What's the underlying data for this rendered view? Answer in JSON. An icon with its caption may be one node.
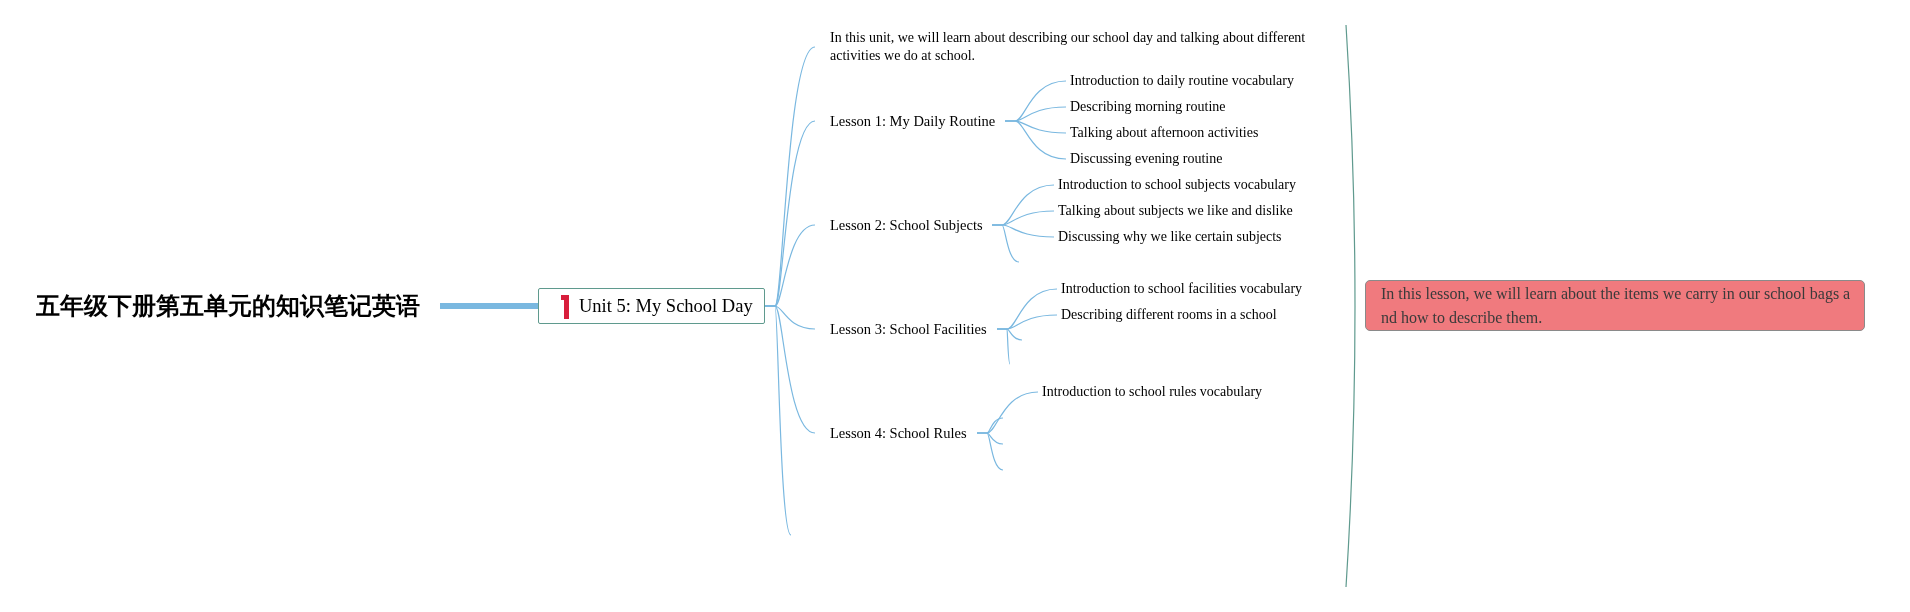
{
  "diagram": {
    "nodes": [
      {
        "text": [
          "五年级下册第五单元的知识笔记英语"
        ]
      },
      {
        "text": [
          "Unit 5: My School Day"
        ]
      },
      {
        "text": [
          "In this unit, we will learn about describing our school day and talking about different activities we do at school."
        ]
      },
      {
        "text": [
          "Lesson 1: My Daily Routine"
        ]
      },
      {
        "text": [
          "Introduction to daily routine vocabulary"
        ]
      },
      {
        "text": [
          "Describing morning routine"
        ]
      },
      {
        "text": [
          "Talking about afternoon activities"
        ]
      },
      {
        "text": [
          "Discussing evening routine"
        ]
      },
      {
        "text": [
          "Lesson 2: School Subjects"
        ]
      },
      {
        "text": [
          "Introduction to school subjects vocabulary"
        ]
      },
      {
        "text": [
          "Talking about subjects we like and dislike"
        ]
      },
      {
        "text": [
          "Discussing why we like certain subjects"
        ]
      },
      {
        "text": [
          "Lesson 3: School Facilities"
        ]
      },
      {
        "text": [
          "Introduction to school facilities vocabulary"
        ]
      },
      {
        "text": [
          "Describing different rooms in a school"
        ]
      },
      {
        "text": [
          "Lesson 4: School Rules"
        ]
      },
      {
        "text": [
          "Introduction to school rules vocabulary"
        ]
      },
      {
        "text": [
          "In this lesson, we will learn about the items we carry in our school bags and how to describe them."
        ]
      }
    ],
    "edges": [
      {
        "from": 0,
        "to": 1,
        "arrow": "none",
        "style": "thick"
      },
      {
        "from": 1,
        "to": 2,
        "arrow": "none"
      },
      {
        "from": 1,
        "to": 3,
        "arrow": "none"
      },
      {
        "from": 1,
        "to": 8,
        "arrow": "none"
      },
      {
        "from": 1,
        "to": 12,
        "arrow": "none"
      },
      {
        "from": 1,
        "to": 15,
        "arrow": "none"
      },
      {
        "from": 1,
        "to": null,
        "arrow": "none"
      },
      {
        "from": 3,
        "to": 4,
        "arrow": "none"
      },
      {
        "from": 3,
        "to": 5,
        "arrow": "none"
      },
      {
        "from": 3,
        "to": 6,
        "arrow": "none"
      },
      {
        "from": 3,
        "to": 7,
        "arrow": "none"
      },
      {
        "from": 8,
        "to": 9,
        "arrow": "none"
      },
      {
        "from": 8,
        "to": 10,
        "arrow": "none"
      },
      {
        "from": 8,
        "to": 11,
        "arrow": "none"
      },
      {
        "from": 8,
        "to": null,
        "arrow": "none"
      },
      {
        "from": 12,
        "to": 13,
        "arrow": "none"
      },
      {
        "from": 12,
        "to": 14,
        "arrow": "none"
      },
      {
        "from": 12,
        "to": null,
        "arrow": "none"
      },
      {
        "from": 12,
        "to": null,
        "arrow": "none"
      },
      {
        "from": 15,
        "to": 16,
        "arrow": "none"
      },
      {
        "from": 15,
        "to": null,
        "arrow": "none"
      },
      {
        "from": 15,
        "to": null,
        "arrow": "none"
      },
      {
        "from": 15,
        "to": null,
        "arrow": "none"
      }
    ]
  }
}
